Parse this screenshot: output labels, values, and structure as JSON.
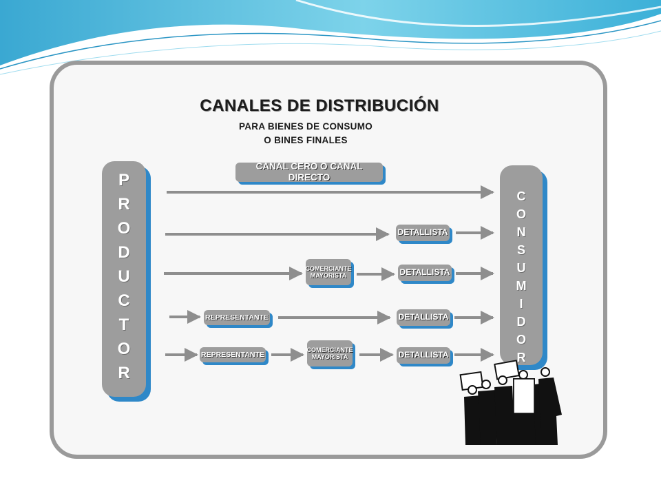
{
  "title": "CANALES DE DISTRIBUCIÓN",
  "subtitle_line1": "PARA BIENES DE CONSUMO",
  "subtitle_line2": "O BINES FINALES",
  "producer_letters": [
    "P",
    "R",
    "O",
    "D",
    "U",
    "C",
    "T",
    "O",
    "R"
  ],
  "consumer_letters": [
    "C",
    "O",
    "N",
    "S",
    "U",
    "M",
    "I",
    "D",
    "O",
    "R"
  ],
  "channel_zero_label": "CANAL CERO O CANAL DIRECTO",
  "labels": {
    "detallista": "DETALLISTA",
    "comerciante_line1": "COMERCIANTE",
    "comerciante_line2": "MAYORISTA",
    "representante": "REPRESENTANTE"
  },
  "colors": {
    "box_fill": "#9d9d9d",
    "box_shadow": "#2f88c8",
    "arrow": "#8e8e8e",
    "frame_border": "#9a9a9a",
    "wave": "#49b4d6"
  },
  "icons": [
    "consumers-group-icon"
  ]
}
